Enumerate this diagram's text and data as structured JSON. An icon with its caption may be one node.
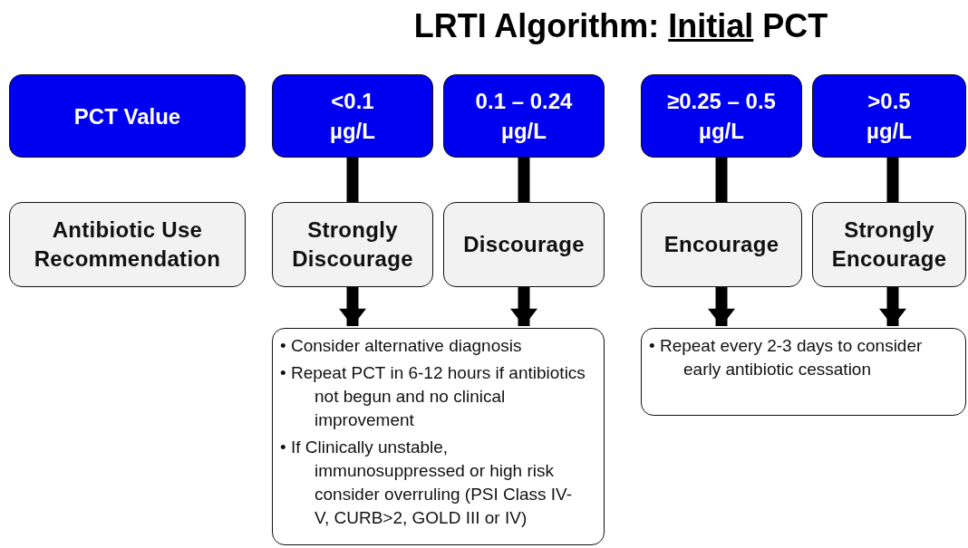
{
  "diagram": {
    "title": "LRTI Algorithm: Initial PCT",
    "nodes": [
      {
        "text": [
          "PCT Value"
        ]
      },
      {
        "text": [
          "<0.1 µg/L"
        ]
      },
      {
        "text": [
          "0.1 – 0.24 µg/L"
        ]
      },
      {
        "text": [
          "≥0.25 – 0.5 µg/L"
        ]
      },
      {
        "text": [
          ">0.5 µg/L"
        ]
      },
      {
        "text": [
          "Antibiotic Use Recommendation"
        ]
      },
      {
        "text": [
          "Strongly Discourage"
        ]
      },
      {
        "text": [
          "Discourage"
        ]
      },
      {
        "text": [
          "Encourage"
        ]
      },
      {
        "text": [
          "Strongly Encourage"
        ]
      },
      {
        "text": [
          "• Consider alternative diagnosis",
          "• Repeat PCT in 6-12 hours if antibiotics not begun and no clinical improvement",
          "• If Clinically unstable, immunosuppressed or high risk consider overruling (PSI Class IV-V, CURB>2, GOLD III or IV)"
        ]
      },
      {
        "text": [
          "• Repeat every 2-3 days to consider early antibiotic cessation"
        ]
      }
    ],
    "edges": [
      {
        "from": 1,
        "to": 6,
        "arrow": "none"
      },
      {
        "from": 2,
        "to": 7,
        "arrow": "none"
      },
      {
        "from": 3,
        "to": 8,
        "arrow": "none"
      },
      {
        "from": 4,
        "to": 9,
        "arrow": "none"
      },
      {
        "from": 6,
        "to": 10,
        "arrow": "to"
      },
      {
        "from": 7,
        "to": 10,
        "arrow": "to"
      },
      {
        "from": 8,
        "to": 11,
        "arrow": "to"
      },
      {
        "from": 9,
        "to": 11,
        "arrow": "to"
      }
    ]
  }
}
